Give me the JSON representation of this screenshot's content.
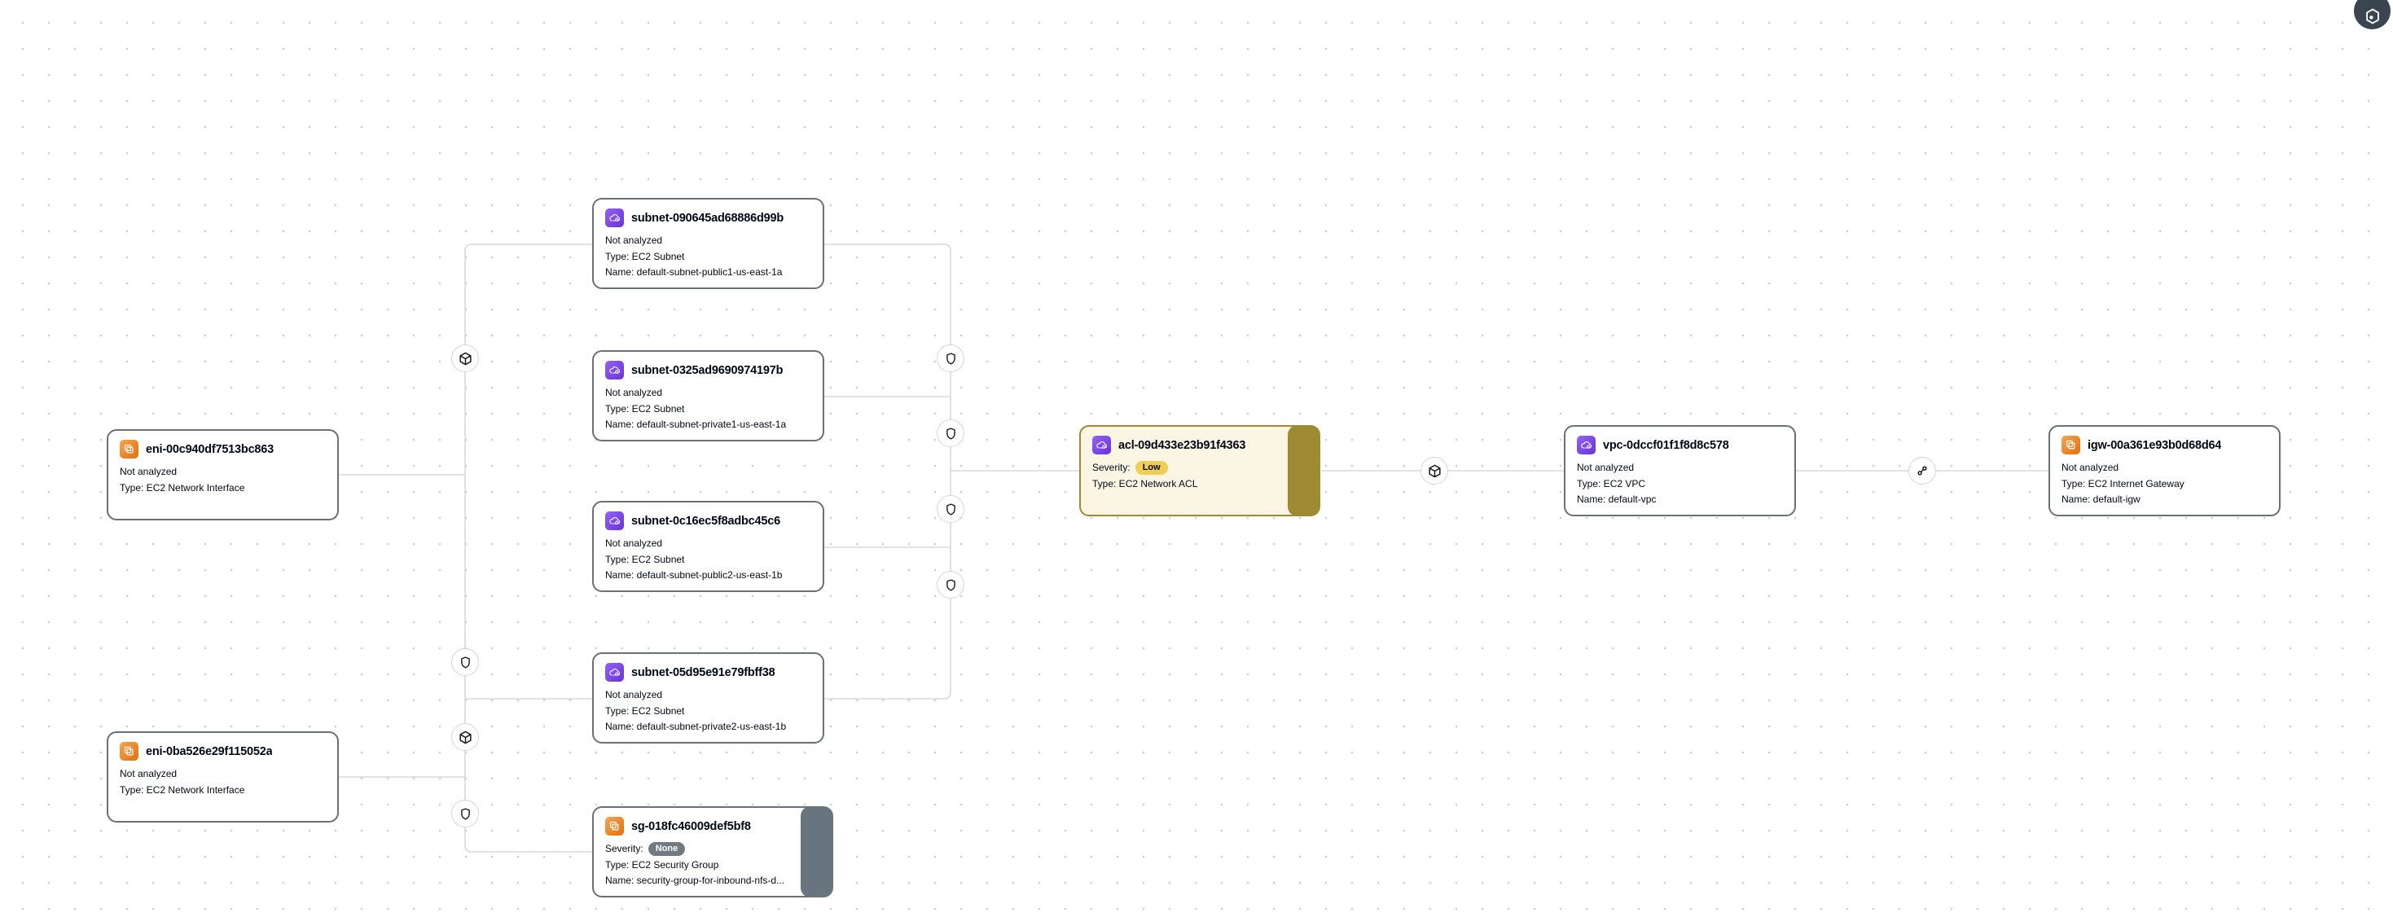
{
  "colors": {
    "card_border": "#697077",
    "acl_border": "#9d8a33",
    "acl_background": "#fbf6e3",
    "sg_stack_band": "#68757e",
    "badge_low_bg": "#f2cd54",
    "badge_none_bg": "#717982",
    "resource_icon_purple": "#6b30d9",
    "resource_icon_orange": "#e2700c",
    "edge_line": "#d6d8da",
    "settings_button_bg": "#3b4550"
  },
  "toolbar": {
    "settings_icon": "hexagon-node-icon"
  },
  "nodes": {
    "eni1": {
      "title": "eni-00c940df7513bc863",
      "line1": "Not analyzed",
      "line2": "Type: EC2 Network Interface",
      "icon": "ec2-network-interface-orange"
    },
    "eni2": {
      "title": "eni-0ba526e29f115052a",
      "line1": "Not analyzed",
      "line2": "Type: EC2 Network Interface",
      "icon": "ec2-network-interface-orange"
    },
    "subnet1": {
      "title": "subnet-090645ad68886d99b",
      "line1": "Not analyzed",
      "line2": "Type: EC2 Subnet",
      "line3": "Name: default-subnet-public1-us-east-1a",
      "icon": "ec2-subnet-purple"
    },
    "subnet2": {
      "title": "subnet-0325ad9690974197b",
      "line1": "Not analyzed",
      "line2": "Type: EC2 Subnet",
      "line3": "Name: default-subnet-private1-us-east-1a",
      "icon": "ec2-subnet-purple"
    },
    "subnet3": {
      "title": "subnet-0c16ec5f8adbc45c6",
      "line1": "Not analyzed",
      "line2": "Type: EC2 Subnet",
      "line3": "Name: default-subnet-public2-us-east-1b",
      "icon": "ec2-subnet-purple"
    },
    "subnet4": {
      "title": "subnet-05d95e91e79fbff38",
      "line1": "Not analyzed",
      "line2": "Type: EC2 Subnet",
      "line3": "Name: default-subnet-private2-us-east-1b",
      "icon": "ec2-subnet-purple"
    },
    "sg": {
      "title": "sg-018fc46009def5bf8",
      "severity_label": "Severity:",
      "severity": "None",
      "line2": "Type: EC2 Security Group",
      "line3": "Name: security-group-for-inbound-nfs-d...",
      "icon": "ec2-security-group-orange"
    },
    "acl": {
      "title": "acl-09d433e23b91f4363",
      "severity_label": "Severity:",
      "severity": "Low",
      "line2": "Type: EC2 Network ACL",
      "icon": "ec2-network-acl-purple"
    },
    "vpc": {
      "title": "vpc-0dccf01f1f8d8c578",
      "line1": "Not analyzed",
      "line2": "Type: EC2 VPC",
      "line3": "Name: default-vpc",
      "icon": "ec2-vpc-purple"
    },
    "igw": {
      "title": "igw-00a361e93b0d68d64",
      "line1": "Not analyzed",
      "line2": "Type: EC2 Internet Gateway",
      "line3": "Name: default-igw",
      "icon": "ec2-internet-gateway-orange"
    }
  },
  "connectors": [
    {
      "icon": "cube",
      "position": "left-column-1"
    },
    {
      "icon": "shield",
      "position": "left-column-2"
    },
    {
      "icon": "cube",
      "position": "left-column-3"
    },
    {
      "icon": "shield",
      "position": "left-column-4"
    },
    {
      "icon": "shield",
      "position": "mid-column-1"
    },
    {
      "icon": "shield",
      "position": "mid-column-2"
    },
    {
      "icon": "shield",
      "position": "mid-column-3"
    },
    {
      "icon": "shield",
      "position": "mid-column-4"
    },
    {
      "icon": "cube",
      "position": "acl-vpc-edge"
    },
    {
      "icon": "link",
      "position": "vpc-igw-edge"
    }
  ]
}
